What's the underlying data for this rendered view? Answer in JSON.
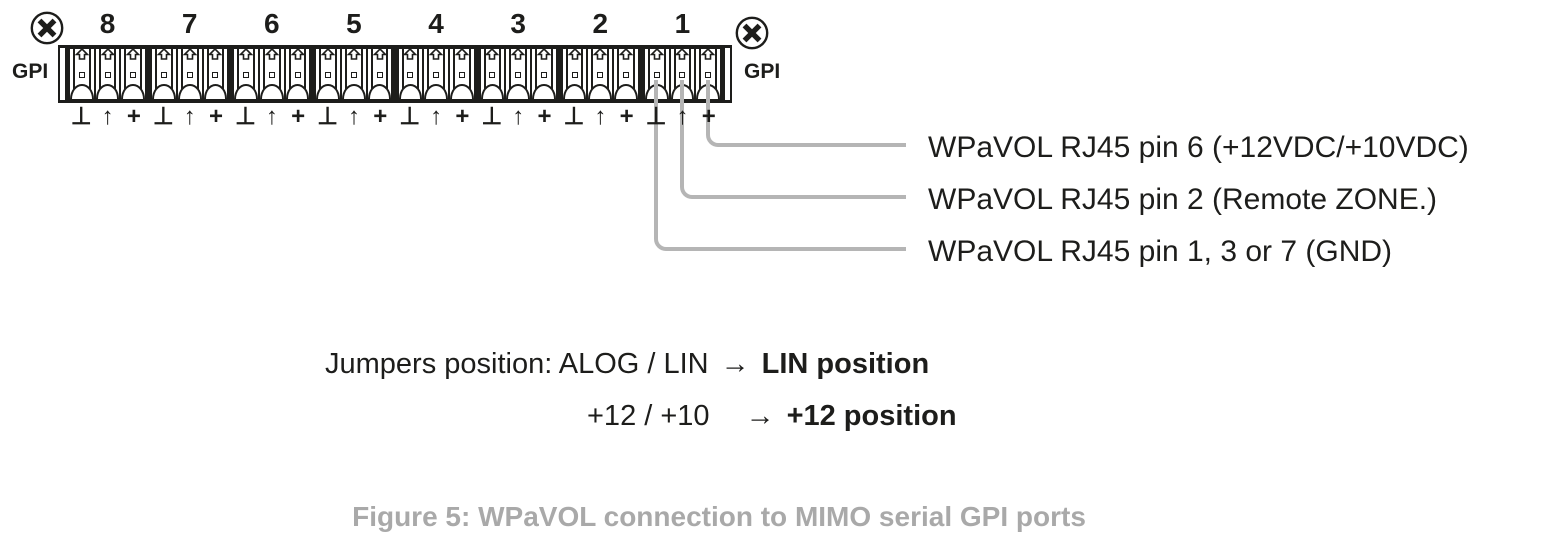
{
  "connector": {
    "left_label": "GPI",
    "right_label": "GPI",
    "ports": [
      "8",
      "7",
      "6",
      "5",
      "4",
      "3",
      "2",
      "1"
    ],
    "terminal_symbols": [
      "⊥",
      "↑",
      "+"
    ]
  },
  "annotations": {
    "pin6": "WPaVOL RJ45 pin 6 (+12VDC/+10VDC)",
    "pin2": "WPaVOL RJ45 pin 2 (Remote ZONE.)",
    "gnd": "WPaVOL RJ45 pin 1, 3 or 7 (GND)"
  },
  "jumpers": {
    "line1_prefix": "Jumpers position: ALOG / LIN",
    "line1_bold": "LIN position",
    "line2_prefix": "+12 / +10",
    "line2_bold": "+12 position",
    "arrow": "→"
  },
  "caption": "Figure 5: WPaVOL connection to MIMO serial GPI ports",
  "icons": {
    "screw": "screw-head-x",
    "terminal_tab": "up-arrow-clamp-tab"
  },
  "colors": {
    "ink": "#1d1d1b",
    "line_gray": "#b5b5b5",
    "caption_gray": "#a9a9a9"
  }
}
